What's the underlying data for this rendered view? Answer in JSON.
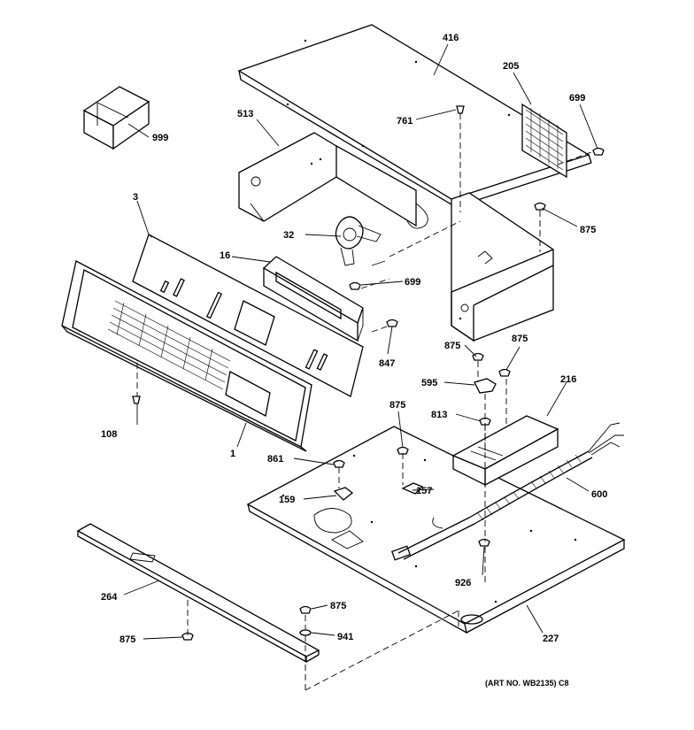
{
  "labels": {
    "p416": "416",
    "p205": "205",
    "p699a": "699",
    "p513": "513",
    "p761": "761",
    "p999": "999",
    "p3": "3",
    "p32": "32",
    "p875a": "875",
    "p16": "16",
    "p699b": "699",
    "p847": "847",
    "p875b": "875",
    "p875c": "875",
    "p595": "595",
    "p216": "216",
    "p108": "108",
    "p875d": "875",
    "p813": "813",
    "p1": "1",
    "p861": "861",
    "p157": "157",
    "p600": "600",
    "p159": "159",
    "p926": "926",
    "p264": "264",
    "p875e": "875",
    "p941": "941",
    "p875f": "875",
    "p227": "227"
  },
  "caption": "(ART NO. WB2135) C8"
}
